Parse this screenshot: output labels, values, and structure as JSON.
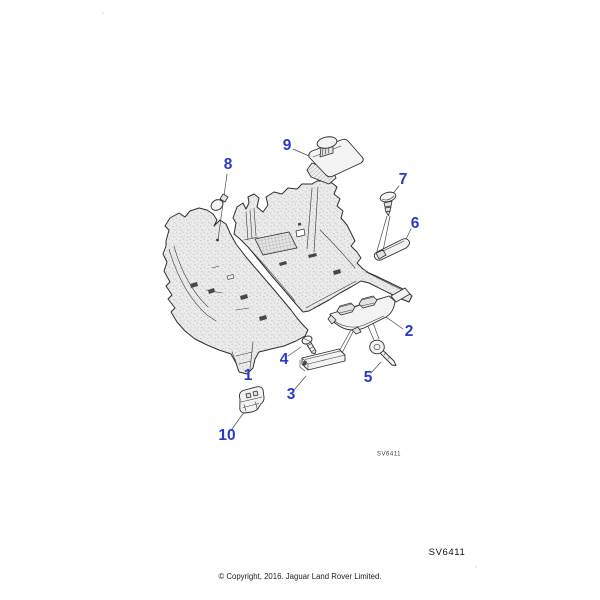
{
  "figure": {
    "code_small": "SV6411",
    "code_big": "SV6411",
    "copyright": "© Copyright, 2016. Jaguar Land Rover Limited."
  },
  "colors": {
    "callout_blue": "#2839cc",
    "line_black": "#2e2e2e",
    "carpet_gray": "#ebebeb",
    "background": "#ffffff"
  },
  "callouts": [
    {
      "label": "1"
    },
    {
      "label": "2"
    },
    {
      "label": "3"
    },
    {
      "label": "4"
    },
    {
      "label": "5"
    },
    {
      "label": "6"
    },
    {
      "label": "7"
    },
    {
      "label": "8"
    },
    {
      "label": "9"
    },
    {
      "label": "10"
    }
  ]
}
